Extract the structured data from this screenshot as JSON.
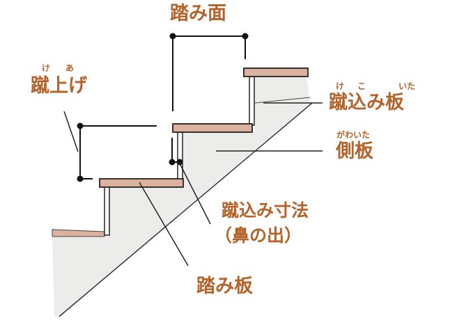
{
  "labels": {
    "tread_depth": {
      "text": "踏み面"
    },
    "riser_height": {
      "text": "蹴上げ",
      "ruby": [
        "け",
        "あ"
      ]
    },
    "riser_board": {
      "text": "蹴込み板",
      "ruby": [
        "け",
        "こ",
        "いた"
      ]
    },
    "stringer": {
      "text": "側板",
      "ruby": "がわいた"
    },
    "nosing": {
      "text": "蹴込み寸法",
      "sub": "（鼻の出）"
    },
    "tread_board": {
      "text": "踏み板"
    }
  },
  "colors": {
    "label": "#b4642a",
    "tread": "#dcb29e",
    "stringer": "#ececea",
    "line": "#222222"
  }
}
